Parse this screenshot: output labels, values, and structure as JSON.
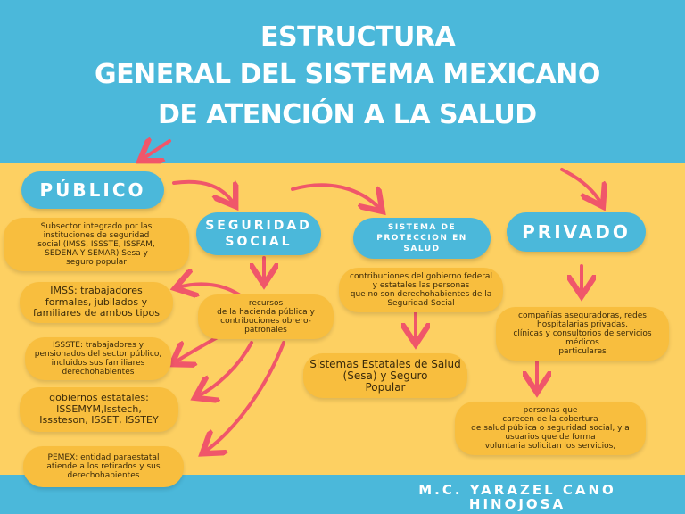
{
  "title": {
    "line1": "ESTRUCTURA",
    "line2": "GENERAL DEL SISTEMA MEXICANO",
    "line3": "DE ATENCIÓN A LA SALUD"
  },
  "nodes": {
    "publico": "PÚBLICO",
    "seguridad_social_1": "SEGURIDAD",
    "seguridad_social_2": "SOCIAL",
    "sistema_proteccion_1": "SISTEMA DE",
    "sistema_proteccion_2": "PROTECCION EN",
    "sistema_proteccion_3": "SALUD",
    "privado": "PRIVADO"
  },
  "boxes": {
    "subsector_1": "Subsector integrado por las",
    "subsector_2": "instituciones de seguridad",
    "subsector_3": "social (IMSS, ISSSTE, ISSFAM,",
    "subsector_4": "SEDENA Y SEMAR) Sesa y",
    "subsector_5": "seguro popular",
    "imss_1": "IMSS: trabajadores",
    "imss_2": "formales, jubilados y",
    "imss_3": "familiares de ambos tipos",
    "issste_1": "ISSSTE: trabajadores y",
    "issste_2": "pensionados del sector público,",
    "issste_3": "incluidos sus familiares",
    "issste_4": "derechohabientes",
    "estatales_1": "gobiernos estatales:",
    "estatales_2": "ISSEMYM,Isstech,",
    "estatales_3": "Isssteson, ISSET, ISSTEY",
    "pemex_1": "PEMEX: entidad paraestatal",
    "pemex_2": "atiende a los retirados y sus",
    "pemex_3": "derechohabientes",
    "recursos_1": "recursos",
    "recursos_2": "de la hacienda pública y",
    "recursos_3": "contribuciones obrero-",
    "recursos_4": "patronales",
    "contribuciones_1": "contribuciones del gobierno federal",
    "contribuciones_2": "y estatales las personas",
    "contribuciones_3": "que no son derechohabientes de la",
    "contribuciones_4": "Seguridad Social",
    "sesa_1": "Sistemas Estatales de Salud",
    "sesa_2": "(Sesa) y Seguro",
    "sesa_3": "Popular",
    "aseguradoras_1": "compañías aseguradoras, redes",
    "aseguradoras_2": "hospitalarias privadas,",
    "aseguradoras_3": "clínicas y consultorios de servicios",
    "aseguradoras_4": "médicos",
    "aseguradoras_5": "particulares",
    "personas_1": "personas que",
    "personas_2": "carecen de la cobertura",
    "personas_3": "de salud pública o seguridad social, y a",
    "personas_4": "usuarios que de forma",
    "personas_5": "voluntaria solicitan los servicios,"
  },
  "author": {
    "line1": "M.C. YARAZEL CANO",
    "line2": "HINOJOSA"
  },
  "colors": {
    "sky": "#4BB8DA",
    "sand": "#FDD062",
    "box": "#F8BE3E",
    "arrow": "#F0566A"
  }
}
